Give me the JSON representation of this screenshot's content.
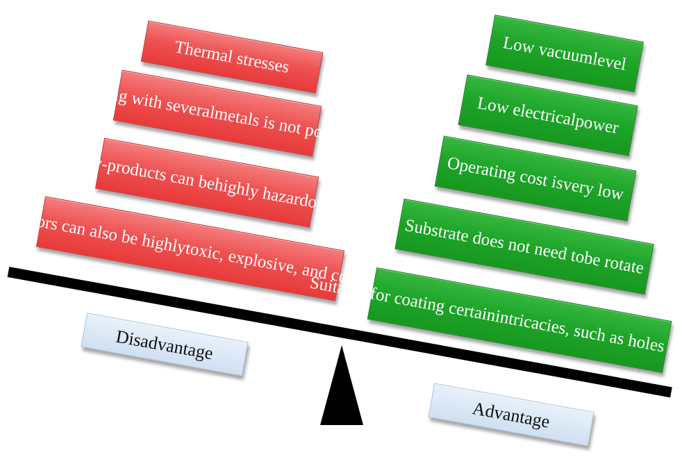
{
  "title": "Advantages and disadvantages balance",
  "disadvantages": {
    "label": "Disadvantage",
    "items": [
      [
        "Thermal stresses"
      ],
      [
        "Coating with several",
        "metals is not possible"
      ],
      [
        "By-products can be",
        "highly hazardous"
      ],
      [
        "Precursors can also be highly",
        "toxic, explosive, and corrosive"
      ]
    ]
  },
  "advantages": {
    "label": "Advantage",
    "items": [
      [
        "Low vacuum",
        "level"
      ],
      [
        "Low electrical",
        "power"
      ],
      [
        "Operating cost is",
        "very low"
      ],
      [
        "Substrate does not need to",
        "be rotate"
      ],
      [
        "Suitable for coating certain",
        "intricacies, such as holes and slots"
      ]
    ]
  },
  "colors": {
    "disadvantage": "#ee5252",
    "advantage": "#1ea52a",
    "label": "#cfe0f2",
    "beam": "#000000"
  }
}
